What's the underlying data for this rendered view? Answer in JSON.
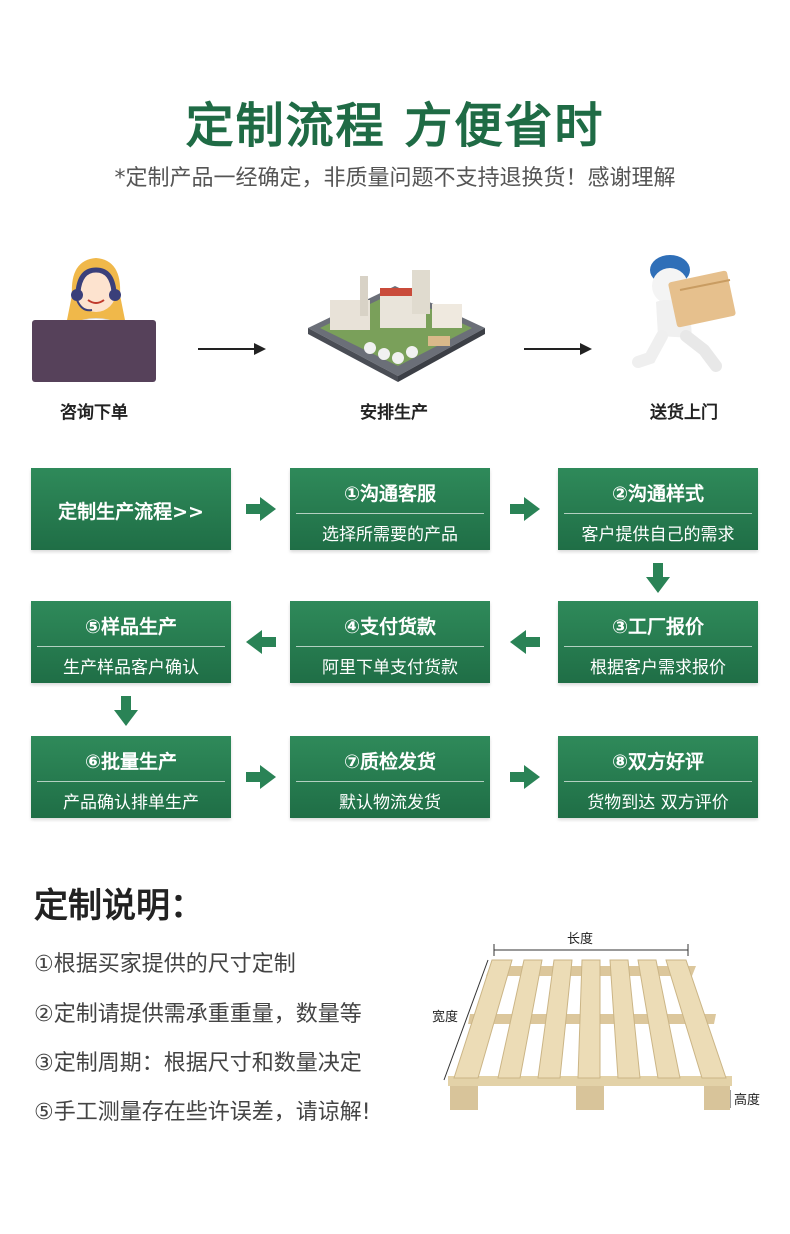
{
  "header": {
    "title": "定制流程 方便省时",
    "subtitle": "*定制产品一经确定，非质量问题不支持退换货！感谢理解"
  },
  "top_steps": [
    {
      "label": "咨询下单",
      "icon": "customer-service-icon"
    },
    {
      "label": "安排生产",
      "icon": "factory-icon"
    },
    {
      "label": "送货上门",
      "icon": "delivery-icon"
    }
  ],
  "flow": {
    "intro": "定制生产流程>>",
    "steps": [
      {
        "title": "①沟通客服",
        "desc": "选择所需要的产品"
      },
      {
        "title": "②沟通样式",
        "desc": "客户提供自己的需求"
      },
      {
        "title": "③工厂报价",
        "desc": "根据客户需求报价"
      },
      {
        "title": "④支付货款",
        "desc": "阿里下单支付货款"
      },
      {
        "title": "⑤样品生产",
        "desc": "生产样品客户确认"
      },
      {
        "title": "⑥批量生产",
        "desc": "产品确认排单生产"
      },
      {
        "title": "⑦质检发货",
        "desc": "默认物流发货"
      },
      {
        "title": "⑧双方好评",
        "desc": "货物到达 双方评价"
      }
    ],
    "accent_color": "#1f6e46"
  },
  "notes": {
    "title": "定制说明：",
    "items": [
      "①根据买家提供的尺寸定制",
      "②定制请提供需承重重量，数量等",
      "③定制周期：根据尺寸和数量决定",
      "⑤手工测量存在些许误差，请谅解!"
    ]
  },
  "pallet": {
    "length_label": "长度",
    "width_label": "宽度",
    "height_label": "高度"
  }
}
